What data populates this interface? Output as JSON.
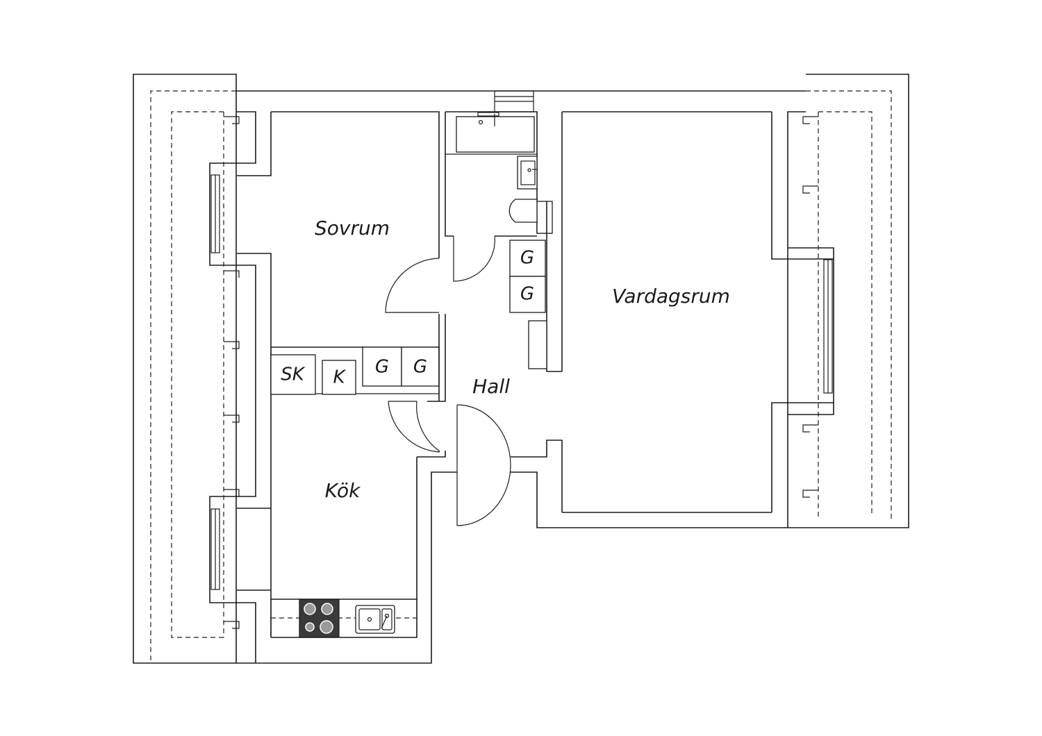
{
  "rooms": {
    "sovrum": "Sovrum",
    "vardagsrum": "Vardagsrum",
    "hall": "Hall",
    "kok": "Kök"
  },
  "closets": {
    "sk": "SK",
    "k": "K",
    "g": "G"
  },
  "colors": {
    "line": "#1a1a1a",
    "background": "#ffffff",
    "stove": "#3a3a3a"
  }
}
